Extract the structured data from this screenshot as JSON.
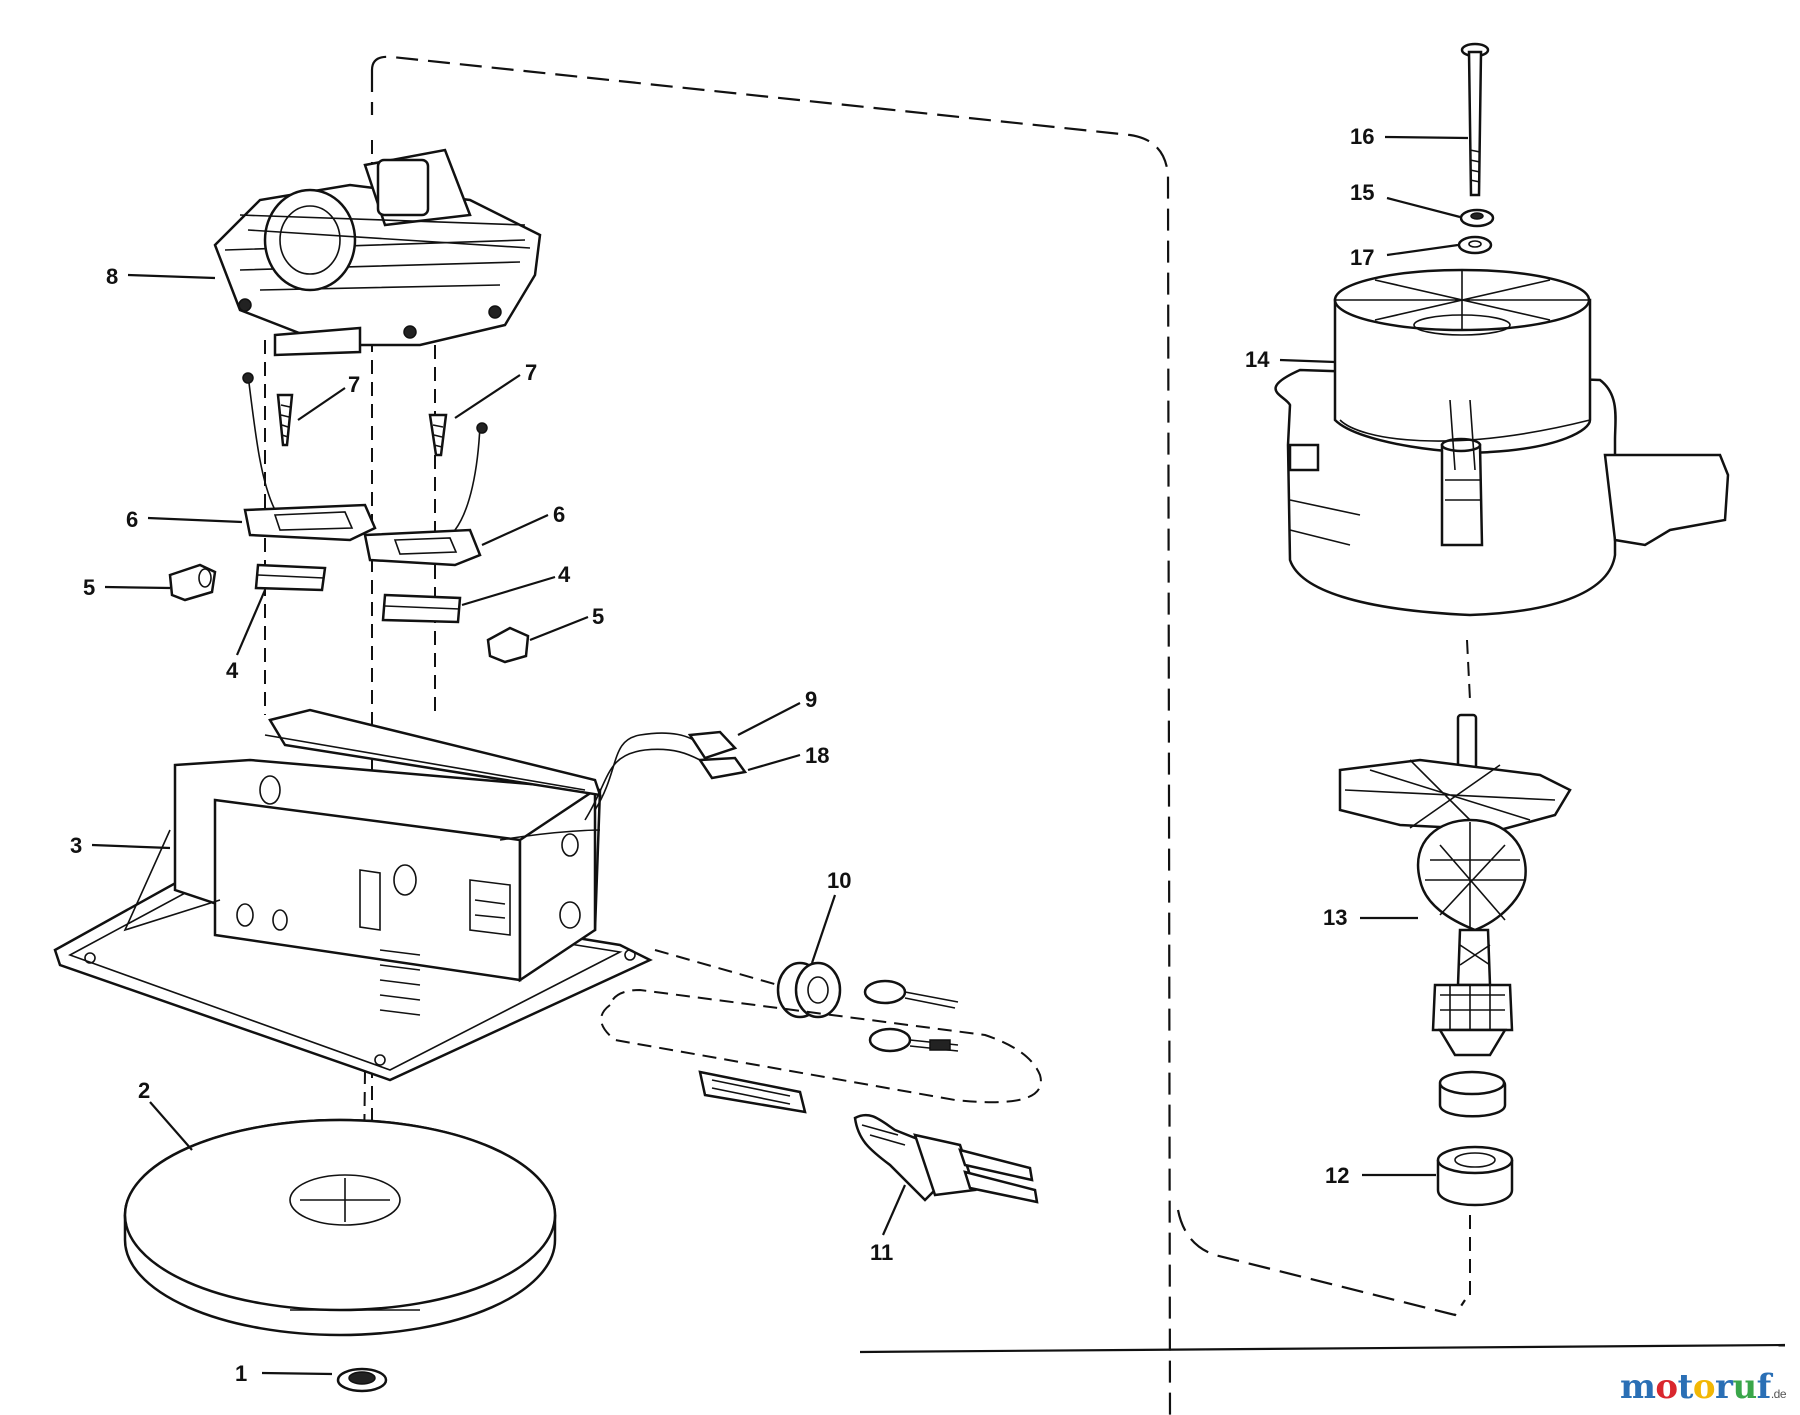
{
  "labels": {
    "l1": "1",
    "l2": "2",
    "l3": "3",
    "l4a": "4",
    "l4b": "4",
    "l5a": "5",
    "l5b": "5",
    "l6a": "6",
    "l6b": "6",
    "l7a": "7",
    "l7b": "7",
    "l8": "8",
    "l9": "9",
    "l10": "10",
    "l11": "11",
    "l12": "12",
    "l13": "13",
    "l14": "14",
    "l15": "15",
    "l16": "16",
    "l17": "17",
    "l18": "18"
  },
  "watermark": {
    "parts": [
      {
        "text": "m",
        "color": "#2a6fb5"
      },
      {
        "text": "o",
        "color": "#d9272e"
      },
      {
        "text": "t",
        "color": "#2a6fb5"
      },
      {
        "text": "o",
        "color": "#f2b705"
      },
      {
        "text": "r",
        "color": "#2a6fb5"
      },
      {
        "text": "u",
        "color": "#3aa64a"
      },
      {
        "text": "f",
        "color": "#2a6fb5"
      }
    ],
    "suffix": ".de"
  }
}
